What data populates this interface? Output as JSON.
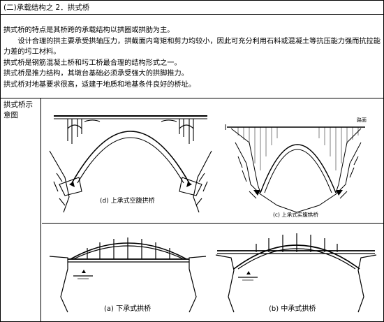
{
  "title": "(二)承载结构之 2．拱式桥",
  "paragraphs": [
    "拱式桥的特点是其桥跨的承载结构以拱圈或拱肋为主。",
    "设计合理的拱主要承受拱轴压力，拱截面内弯矩和剪力均较小，因此可充分利用石料或混凝土等抗压能力强而抗拉能",
    "力差的圬工材料。",
    "拱式桥是钢筋混凝土桥和圬工桥最合理的结构形式之一。",
    "拱式桥是推力结构，其墩台基础必须承受强大的拱脚推力。",
    "拱式桥对地基要求很高，适建于地质和地基条件良好的桥址。"
  ],
  "figure_label": "拱式桥示意图",
  "figures": {
    "d_caption": "(d) 上承式空腹拱桥",
    "c_caption": "(c) 上承式实腹拱桥",
    "c_road_label": "路面",
    "a_caption": "(a) 下承式拱桥",
    "b_caption": "(b) 中承式拱桥"
  }
}
